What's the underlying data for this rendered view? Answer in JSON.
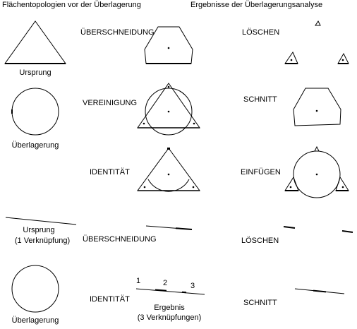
{
  "headers": {
    "left": "Flächentopologien vor der Überlagerung",
    "right": "Ergebnisse der Überlagerungsanalyse"
  },
  "labels": {
    "ursprung": "Ursprung",
    "ueberlagerung": "Überlagerung",
    "ursprung_line_1": "Ursprung",
    "ursprung_line_2": "(1 Verknüpfung)",
    "ueberlagerung_bottom": "Überlagerung"
  },
  "operations": {
    "ueberschneidung": "ÜBERSCHNEIDUNG",
    "vereinigung": "VEREINIGUNG",
    "identitaet": "IDENTITÄT",
    "ueberschneidung_line": "ÜBERSCHNEIDUNG",
    "identitaet_line": "IDENTITÄT"
  },
  "results": {
    "loeschen": "LÖSCHEN",
    "schnitt": "SCHNITT",
    "einfuegen": "EINFÜGEN",
    "loeschen_line": "LÖSCHEN",
    "schnitt_line": "SCHNITT"
  },
  "segments": {
    "n1": "1",
    "n2": "2",
    "n3": "3",
    "ergebnis_1": "Ergebnis",
    "ergebnis_2": "(3 Verknüpfungen)"
  },
  "colors": {
    "stroke": "#000000",
    "background": "#ffffff"
  }
}
